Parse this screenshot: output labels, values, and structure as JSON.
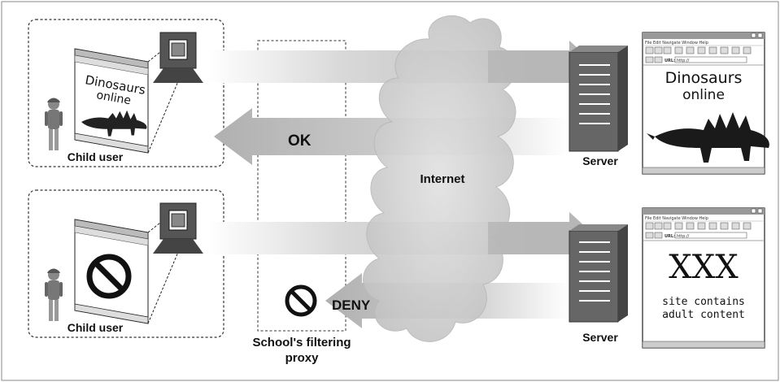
{
  "labels": {
    "ok": "OK",
    "deny": "DENY",
    "internet": "Internet",
    "proxy_line1": "School's filtering",
    "proxy_line2": "proxy"
  },
  "clients": [
    {
      "label": "Child user",
      "screen_text_1": "Dinosaurs",
      "screen_text_2": "online"
    },
    {
      "label": "Child user"
    }
  ],
  "servers": [
    {
      "label": "Server"
    },
    {
      "label": "Server"
    }
  ],
  "browser_windows": [
    {
      "menu": "File  Edit  Navigate  Window  Help",
      "url_label": "URL:",
      "url_value": "http://",
      "heading": "Dinosaurs",
      "subheading": "online"
    },
    {
      "menu": "File  Edit  Navigate  Window  Help",
      "url_label": "URL:",
      "url_value": "http://",
      "heading": "XXX",
      "line1": "site contains",
      "line2": "adult content"
    }
  ],
  "icons": [
    "person-icon",
    "monitor-icon",
    "server-icon",
    "prohibited-icon",
    "cloud-icon",
    "stegosaurus-icon",
    "arrow-icon"
  ]
}
